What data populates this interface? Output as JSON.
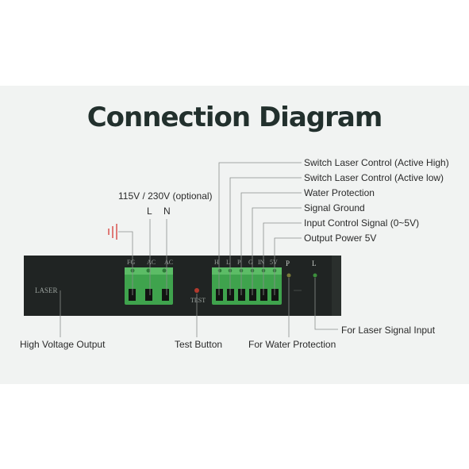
{
  "title": "Connection Diagram",
  "power_input": {
    "label": "115V / 230V (optional)",
    "line_label": "L",
    "neutral_label": "N",
    "terminal_labels": [
      "FG",
      "AC",
      "AC"
    ]
  },
  "device": {
    "brand_label": "LASER",
    "test_label": "TEST",
    "control_terminal_labels": [
      "H",
      "L",
      "P",
      "G",
      "IN",
      "5V"
    ],
    "indicator_labels": [
      "P",
      "L"
    ]
  },
  "control_signals": [
    "Switch Laser Control (Active High)",
    "Switch Laser Control (Active low)",
    "Water Protection",
    "Signal Ground",
    "Input Control Signal (0~5V)",
    "Output Power 5V"
  ],
  "callouts": {
    "high_voltage": "High Voltage Output",
    "test_button": "Test Button",
    "water_protection": "For Water Protection",
    "laser_signal": "For Laser Signal Input"
  },
  "colors": {
    "title": "#22302d",
    "device_body": "#202423",
    "terminal_green": "#3fa34d",
    "ground_symbol": "#d9534f",
    "leader_line": "#8a8f8c"
  }
}
